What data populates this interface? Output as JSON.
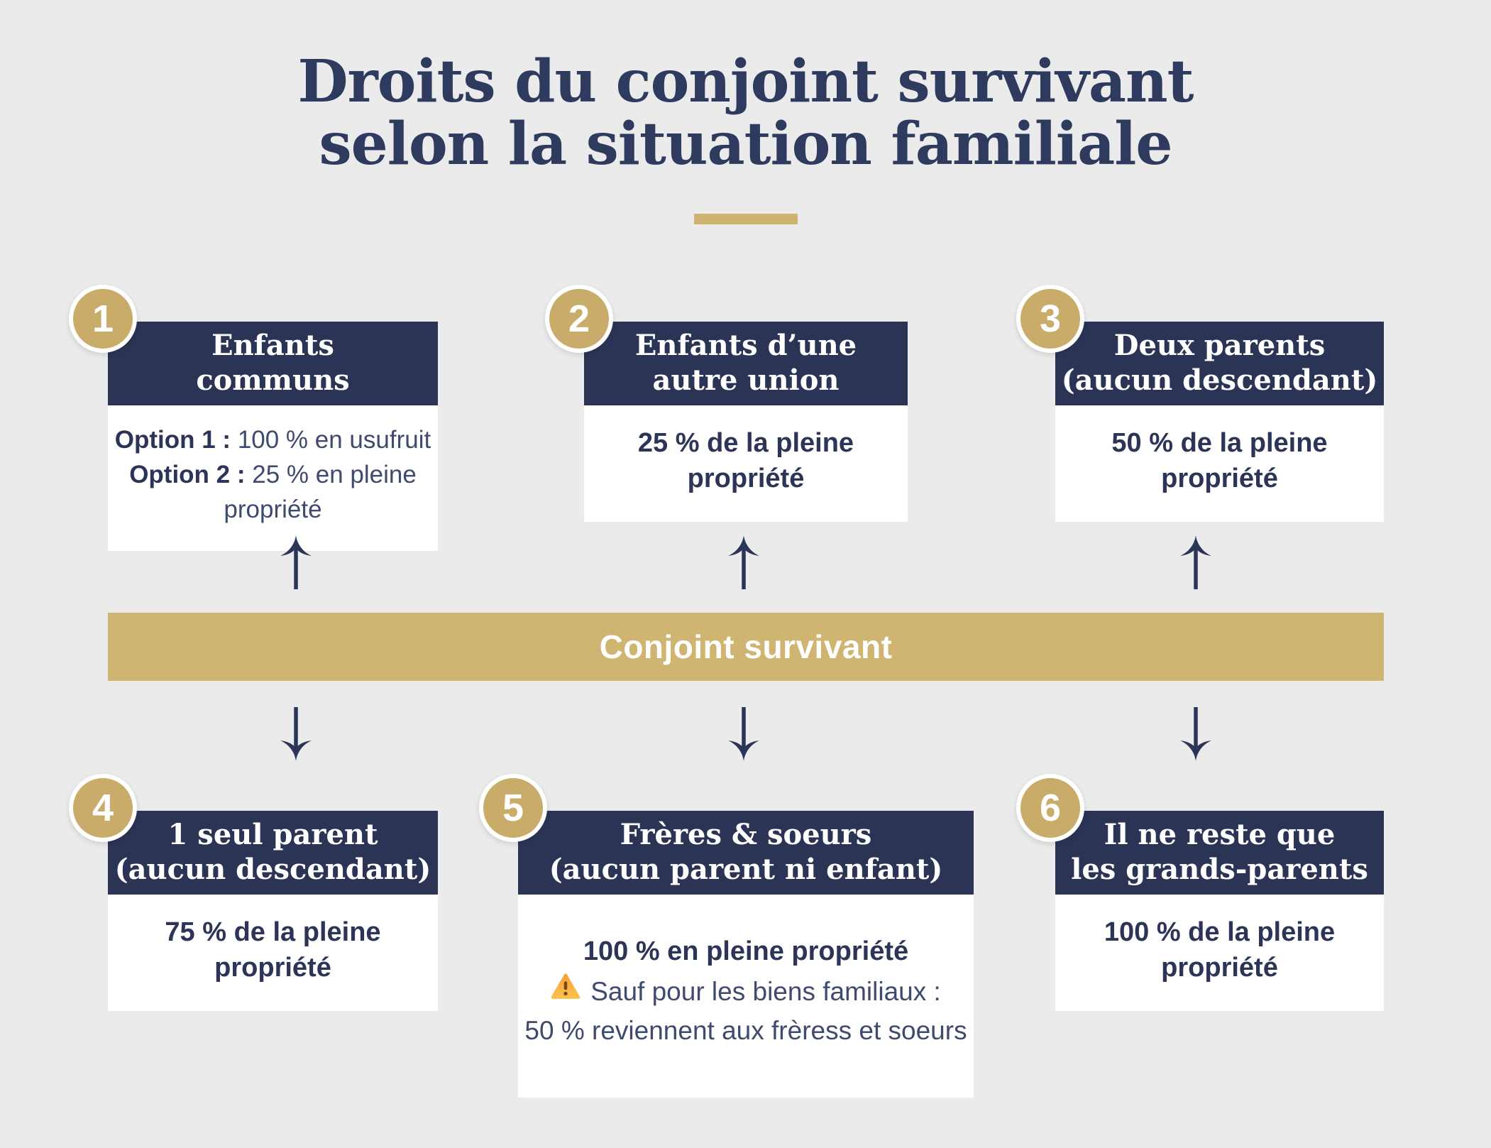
{
  "title": {
    "line1": "Droits du conjoint survivant",
    "line2": "selon la situation familiale"
  },
  "center_bar": {
    "label": "Conjoint survivant"
  },
  "colors": {
    "background": "#ebebeb",
    "navy_header": "#2c3456",
    "title_navy": "#2e3a5e",
    "gold_bar": "#d0b472",
    "badge_gold": "#c9ac69",
    "white": "#ffffff",
    "warning_orange": "#f9a93c"
  },
  "boxes": [
    {
      "number": "1",
      "header_line1": "Enfants",
      "header_line2": "communs",
      "option1_label": "Option 1 :",
      "option1_text": "100 % en usufruit",
      "option2_label": "Option 2 :",
      "option2_text": "25 % en pleine",
      "option2_cont": "propriété"
    },
    {
      "number": "2",
      "header_line1": "Enfants d’une",
      "header_line2": "autre union",
      "body": "25 % de la pleine propriété"
    },
    {
      "number": "3",
      "header_line1": "Deux parents",
      "header_line2": "(aucun descendant)",
      "body": "50 % de la pleine propriété"
    },
    {
      "number": "4",
      "header_line1": "1 seul parent",
      "header_line2": "(aucun descendant)",
      "body": "75 % de la pleine propriété"
    },
    {
      "number": "5",
      "header_line1": "Frères & soeurs",
      "header_line2": "(aucun parent ni enfant)",
      "body_main": "100 % en pleine propriété",
      "warning_icon": "warning-triangle-icon",
      "warning_text": "Sauf pour les biens familiaux :",
      "warning_detail": "50 % reviennent aux frèress et soeurs"
    },
    {
      "number": "6",
      "header_line1": "Il ne reste que",
      "header_line2": "les grands-parents",
      "body": "100 % de la pleine propriété"
    }
  ]
}
